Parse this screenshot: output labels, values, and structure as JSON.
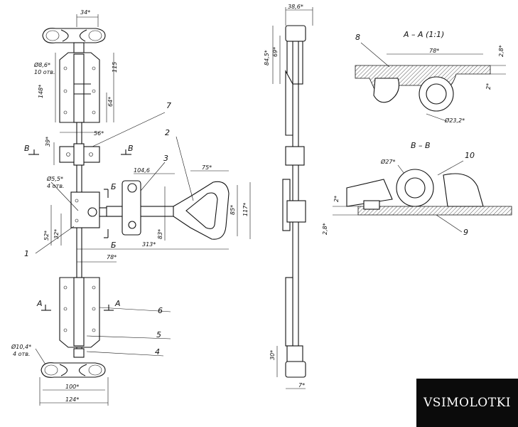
{
  "logo": {
    "text": "VSIMOLOTKI"
  },
  "sections": {
    "aa": "A – A (1:1)",
    "vv": "В – В"
  },
  "callouts": [
    "1",
    "2",
    "3",
    "4",
    "5",
    "6",
    "7",
    "8",
    "9",
    "10"
  ],
  "dims": {
    "d34": "34*",
    "d115": "115",
    "d148": "148*",
    "d86": "Ø8,6*",
    "d10otv": "10 отв.",
    "d64": "64*",
    "d56": "56*",
    "d39": "39*",
    "d55": "Ø5,5*",
    "d4otv": "4 отв.",
    "d1046": "104,6",
    "d75": "75*",
    "d85": "85*",
    "d117": "117*",
    "d52": "52*",
    "d32": "32*",
    "d83": "83*",
    "d313": "313*",
    "d78": "78*",
    "d104": "Ø10,4*",
    "d4otv2": "4 отв.",
    "d100": "100*",
    "d124": "124*",
    "d386": "38,6*",
    "d845": "84,5*",
    "d69": "69*",
    "d30": "30*",
    "d7": "7*",
    "aa78": "78*",
    "aa28": "2,8*",
    "aa2": "2*",
    "aa232": "Ø23,2*",
    "vv27": "Ø27*",
    "vv2": "2*",
    "vv28": "2,8*"
  },
  "markers": {
    "b": "Б",
    "v": "В",
    "a": "А"
  }
}
